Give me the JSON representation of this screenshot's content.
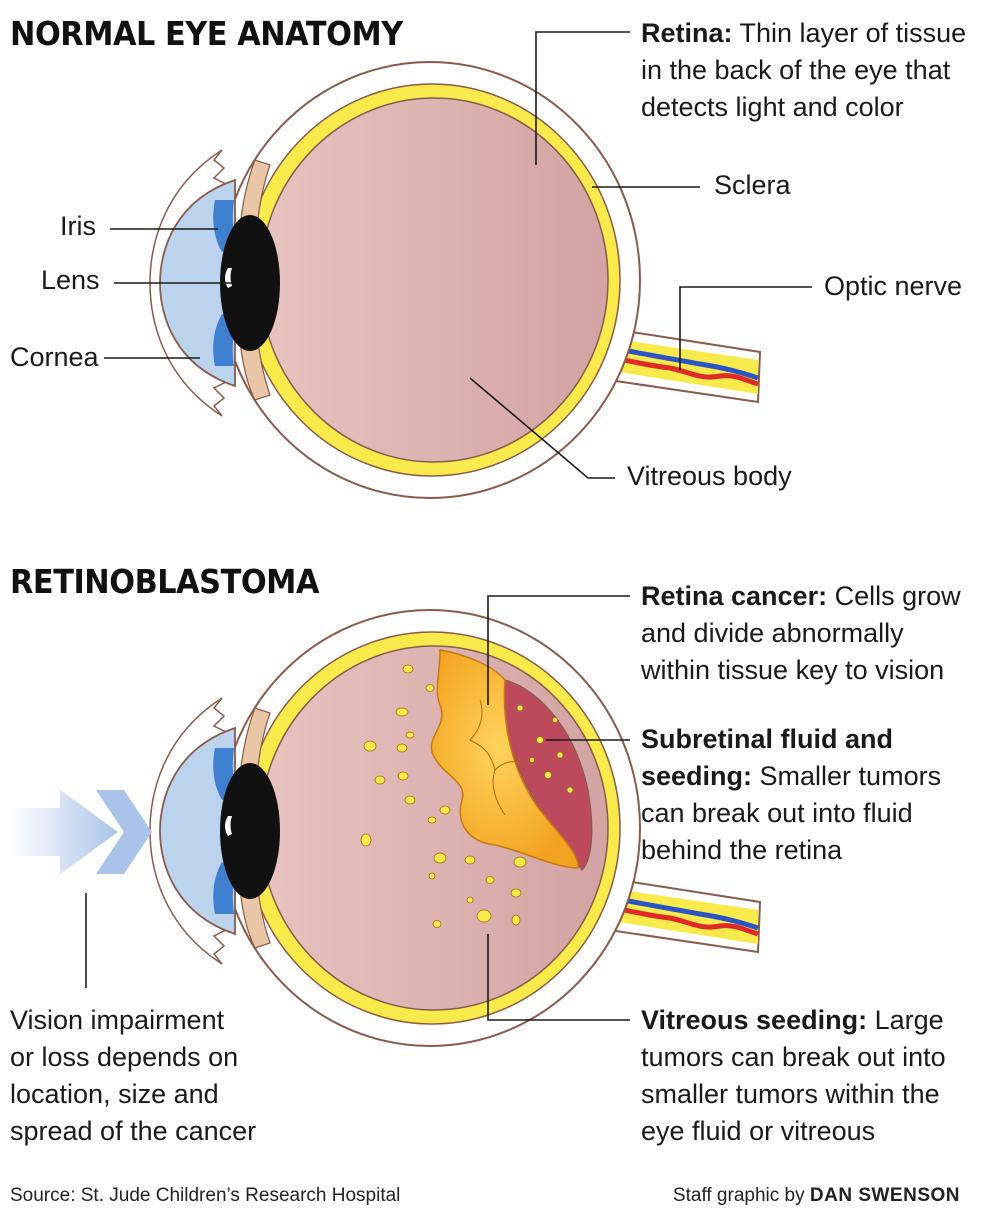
{
  "headings": {
    "normal": "NORMAL EYE ANATOMY",
    "retinoblastoma": "RETINOBLASTOMA"
  },
  "labels": {
    "retina_term": "Retina:",
    "retina_line1": " Thin layer of tissue",
    "retina_line2": "in the back of the eye that",
    "retina_line3": "detects light and color",
    "sclera": "Sclera",
    "iris": "Iris",
    "lens": "Lens",
    "cornea": "Cornea",
    "optic_nerve": "Optic nerve",
    "vitreous_body": "Vitreous body"
  },
  "annotations": {
    "cancer_term": "Retina cancer:",
    "cancer_line1": " Cells grow",
    "cancer_line2": "and divide abnormally",
    "cancer_line3": "within tissue key to vision",
    "subretinal_term1": "Subretinal fluid and",
    "subretinal_term2": "seeding:",
    "subretinal_line2": " Smaller tumors",
    "subretinal_line3": "can break out into fluid",
    "subretinal_line4": "behind the retina",
    "vitreous_term": "Vitreous seeding:",
    "vitreous_line1": " Large",
    "vitreous_line2": "tumors can break out into",
    "vitreous_line3": "smaller tumors within the",
    "vitreous_line4": "eye fluid or vitreous",
    "vision_line1": "Vision impairment",
    "vision_line2": "or loss depends on",
    "vision_line3": "location, size and",
    "vision_line4": "spread of the cancer"
  },
  "footer": {
    "source": "Source: St. Jude Children’s Research Hospital",
    "credit_prefix": "Staff graphic by ",
    "credit_name": "DAN SWENSON"
  },
  "colors": {
    "vitreous": "#d9aaa8",
    "retina": "#f7ea4a",
    "sclera": "#ffffff",
    "outline": "#8a5a4a",
    "cornea": "#bcd3ee",
    "iris": "#3f7fd0",
    "pupil": "#111111",
    "tumor": "#f7b733",
    "subretinal": "#bd4a5c",
    "artery": "#e02a2a",
    "vein": "#2a55c8",
    "arrow": "#a9c3ea"
  }
}
